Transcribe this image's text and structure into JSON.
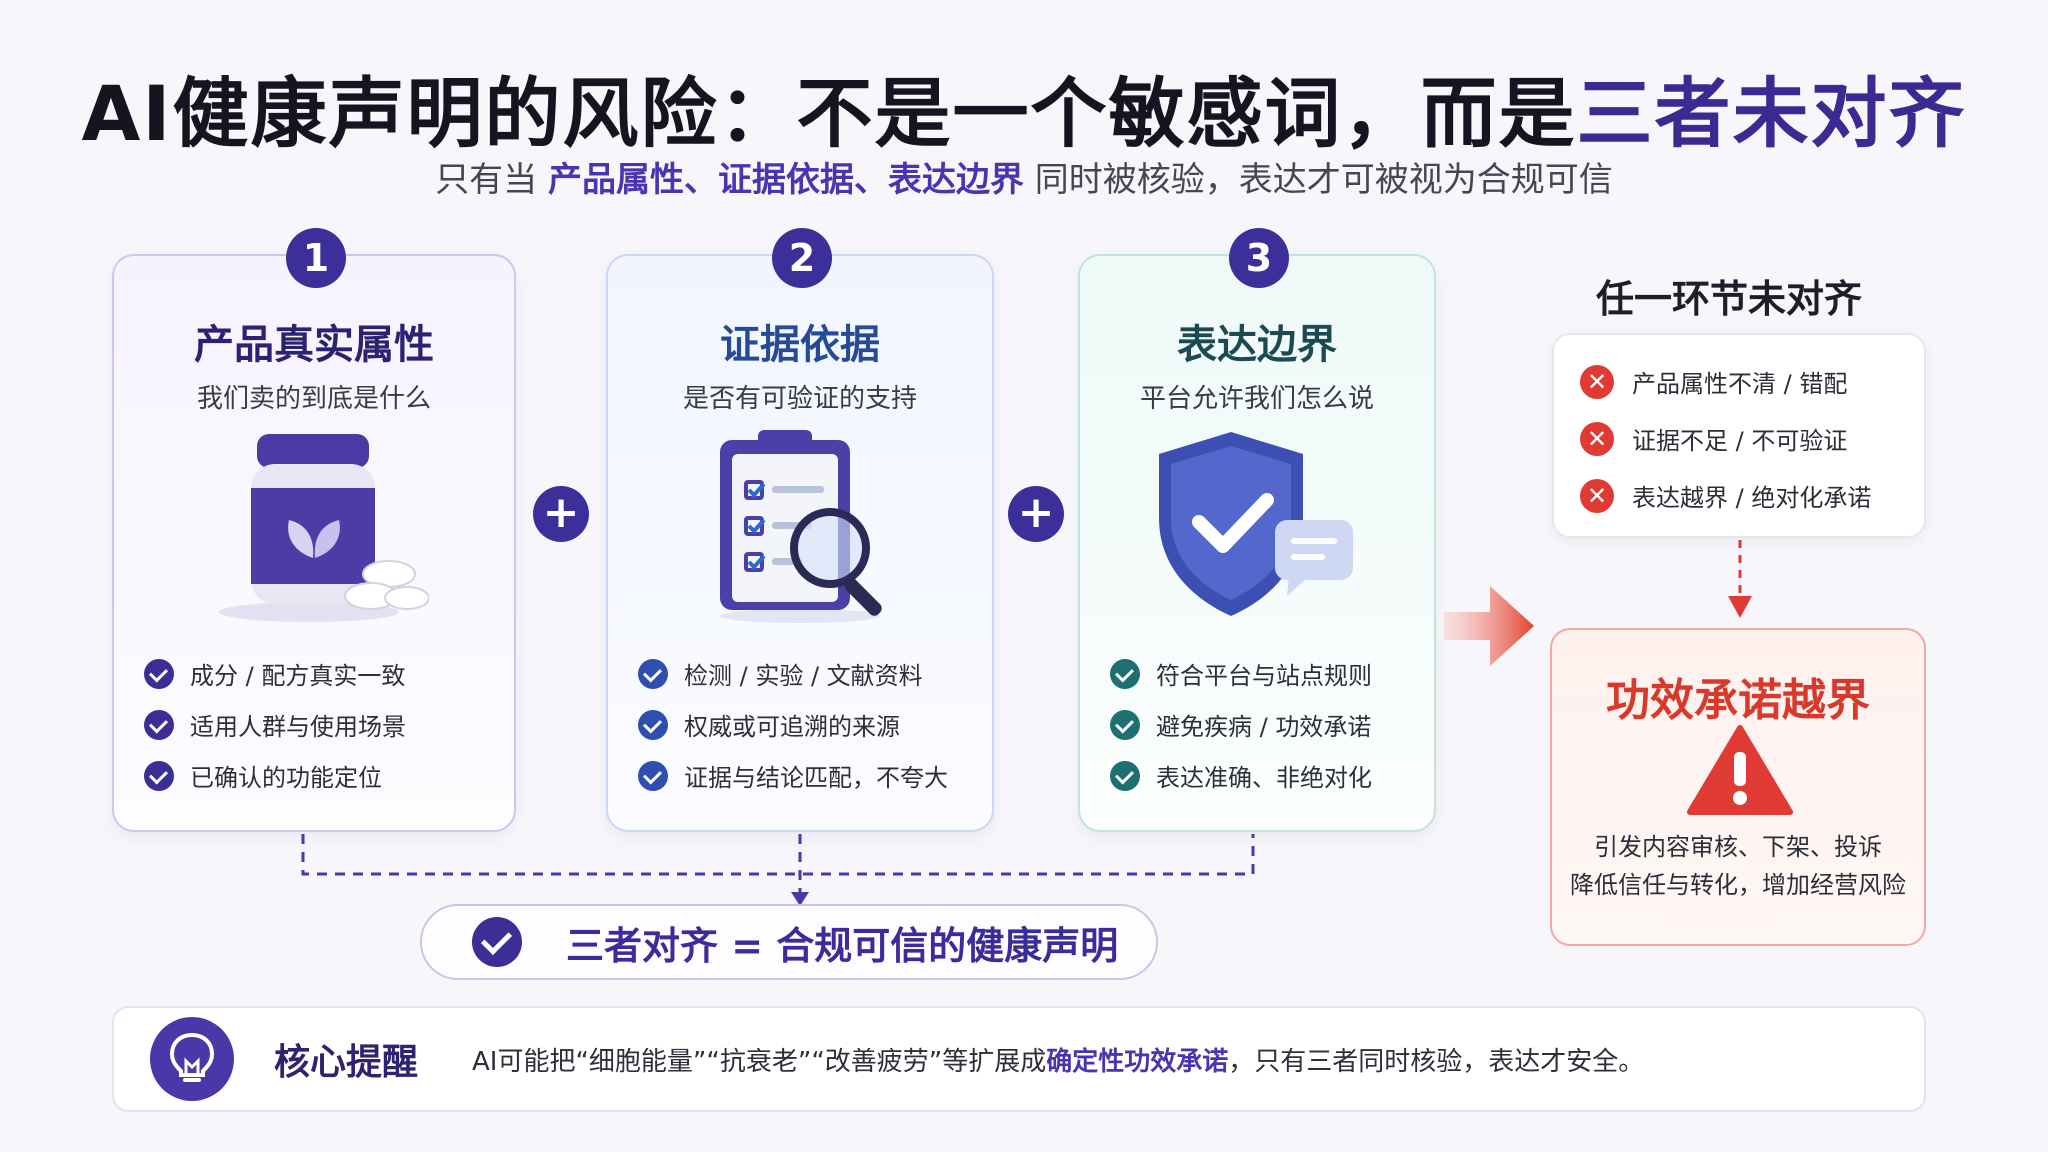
{
  "title": {
    "prefix": "AI健康声明的风险：不是一个敏感词，而是",
    "accent": "三者未对齐"
  },
  "subtitle": {
    "prefix": "只有当 ",
    "accent": "产品属性、证据依据、表达边界",
    "suffix": " 同时被核验，表达才可被视为合规可信"
  },
  "cards": [
    {
      "number": "1",
      "title": "产品真实属性",
      "subtitle": "我们卖的到底是什么",
      "icon": "supplement-jar-icon",
      "checks": [
        "成分 / 配方真实一致",
        "适用人群与使用场景",
        "已确认的功能定位"
      ]
    },
    {
      "number": "2",
      "title": "证据依据",
      "subtitle": "是否有可验证的支持",
      "icon": "clipboard-magnifier-icon",
      "checks": [
        "检测 / 实验 / 文献资料",
        "权威或可追溯的来源",
        "证据与结论匹配，不夸大"
      ]
    },
    {
      "number": "3",
      "title": "表达边界",
      "subtitle": "平台允许我们怎么说",
      "icon": "shield-check-icon",
      "checks": [
        "符合平台与站点规则",
        "避免疾病 / 功效承诺",
        "表达准确、非绝对化"
      ]
    }
  ],
  "plus_symbol": "+",
  "risk": {
    "title": "任一环节未对齐",
    "items": [
      "产品属性不清 / 错配",
      "证据不足 / 不可验证",
      "表达越界 / 绝对化承诺"
    ],
    "x_symbol": "✕"
  },
  "danger": {
    "title": "功效承诺越界",
    "icon": "warning-triangle-icon",
    "desc_line1": "引发内容审核、下架、投诉",
    "desc_line2": "降低信任与转化，增加经营风险"
  },
  "result": {
    "text": "三者对齐 = 合规可信的健康声明"
  },
  "tip": {
    "icon": "lightbulb-icon",
    "label": "核心提醒",
    "text_prefix": "AI可能把“细胞能量”“抗衰老”“改善疲劳”等扩展成",
    "text_accent": "确定性功效承诺",
    "text_suffix": "，只有三者同时核验，表达才安全。"
  },
  "colors": {
    "primary": "#3d2f9a",
    "teal": "#1d6f72",
    "danger": "#e03a35",
    "danger_text": "#d8392a"
  }
}
